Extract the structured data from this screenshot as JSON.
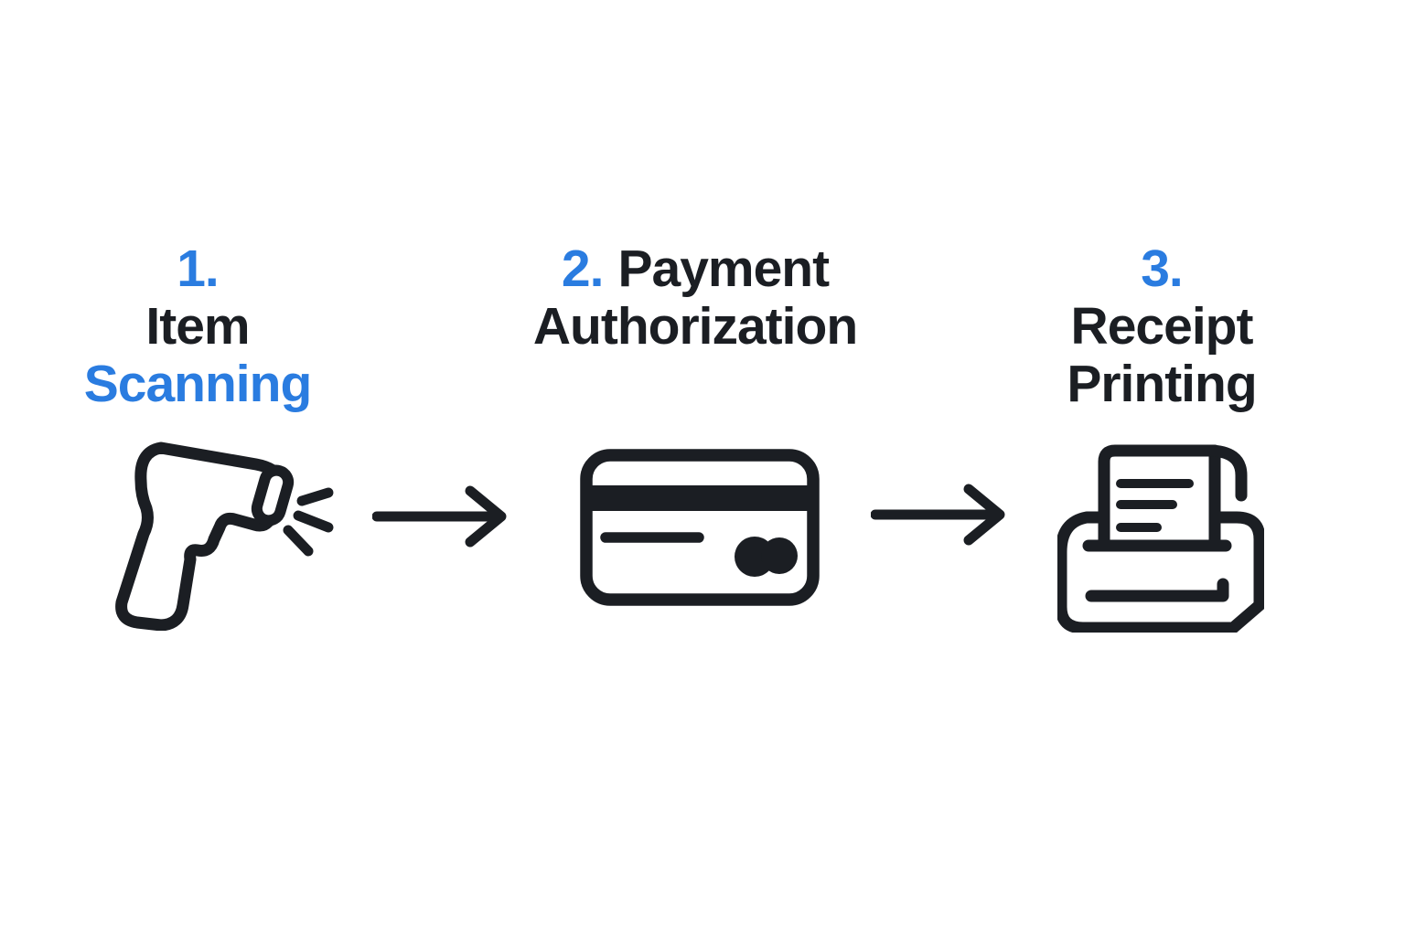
{
  "diagram": {
    "background": "#ffffff",
    "colors": {
      "accent_blue": "#2a7ce0",
      "ink": "#1b1e23"
    },
    "steps": [
      {
        "number": "1.",
        "line1": "Item",
        "line2": "Scanning",
        "line2_highlighted": true,
        "icon": "barcode-scanner-icon"
      },
      {
        "number": "2.",
        "line1": "Payment",
        "line2": "Authorization",
        "line2_highlighted": false,
        "icon": "credit-card-icon"
      },
      {
        "number": "3.",
        "line1": "Receipt",
        "line2": "Printing",
        "line2_highlighted": false,
        "icon": "receipt-printer-icon"
      }
    ],
    "connectors": [
      {
        "icon": "arrow-right-icon",
        "from": "1.",
        "to": "2."
      },
      {
        "icon": "arrow-right-icon",
        "from": "2.",
        "to": "3."
      }
    ]
  }
}
